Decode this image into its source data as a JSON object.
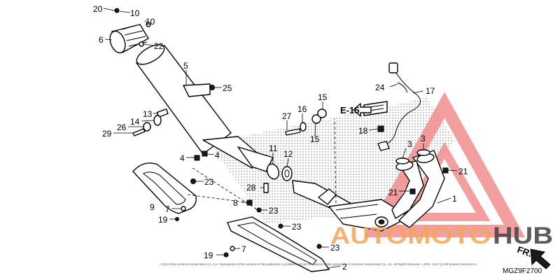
{
  "diagram": {
    "callouts": {
      "c20": "20",
      "c10a": "10",
      "c10b": "10",
      "c6": "6",
      "c22": "22",
      "c5": "5",
      "c25": "25",
      "c13": "13",
      "c14": "14",
      "c26": "26",
      "c29": "29",
      "c4a": "4",
      "c4b": "4",
      "c23a": "23",
      "c9": "9",
      "c7a": "7",
      "c19a": "19",
      "c11": "11",
      "c12": "12",
      "c28": "28",
      "c27": "27",
      "c16": "16",
      "c15a": "15",
      "c15b": "15",
      "c8": "8",
      "c23b": "23",
      "c23c": "23",
      "c23d": "23",
      "c24": "24",
      "c17": "17",
      "c18": "18",
      "c3a": "3",
      "c3b": "3",
      "c21a": "21",
      "c21b": "21",
      "c1": "1",
      "c2": "2",
      "c7b": "7",
      "c19b": "19"
    },
    "ref_label": "E-15",
    "direction_label": "FR.",
    "diagram_code": "MGZ9F2700",
    "copyright": "c 2012-2016 American Honda Motor Co., Inc. Reproduction of the contents of this publication is prohibited without the express written permission of American Honda Motor Co., Inc. All Rights Reserved. c 2000 - 2017 (I) ARI Network Services Inc."
  },
  "watermark": {
    "part1": "AUTO",
    "part2": "MOTO",
    "part3": "HUB",
    "triangle_color": "#f08080",
    "text_color": "#f2a65a",
    "hub_color": "#4a4a4a"
  }
}
